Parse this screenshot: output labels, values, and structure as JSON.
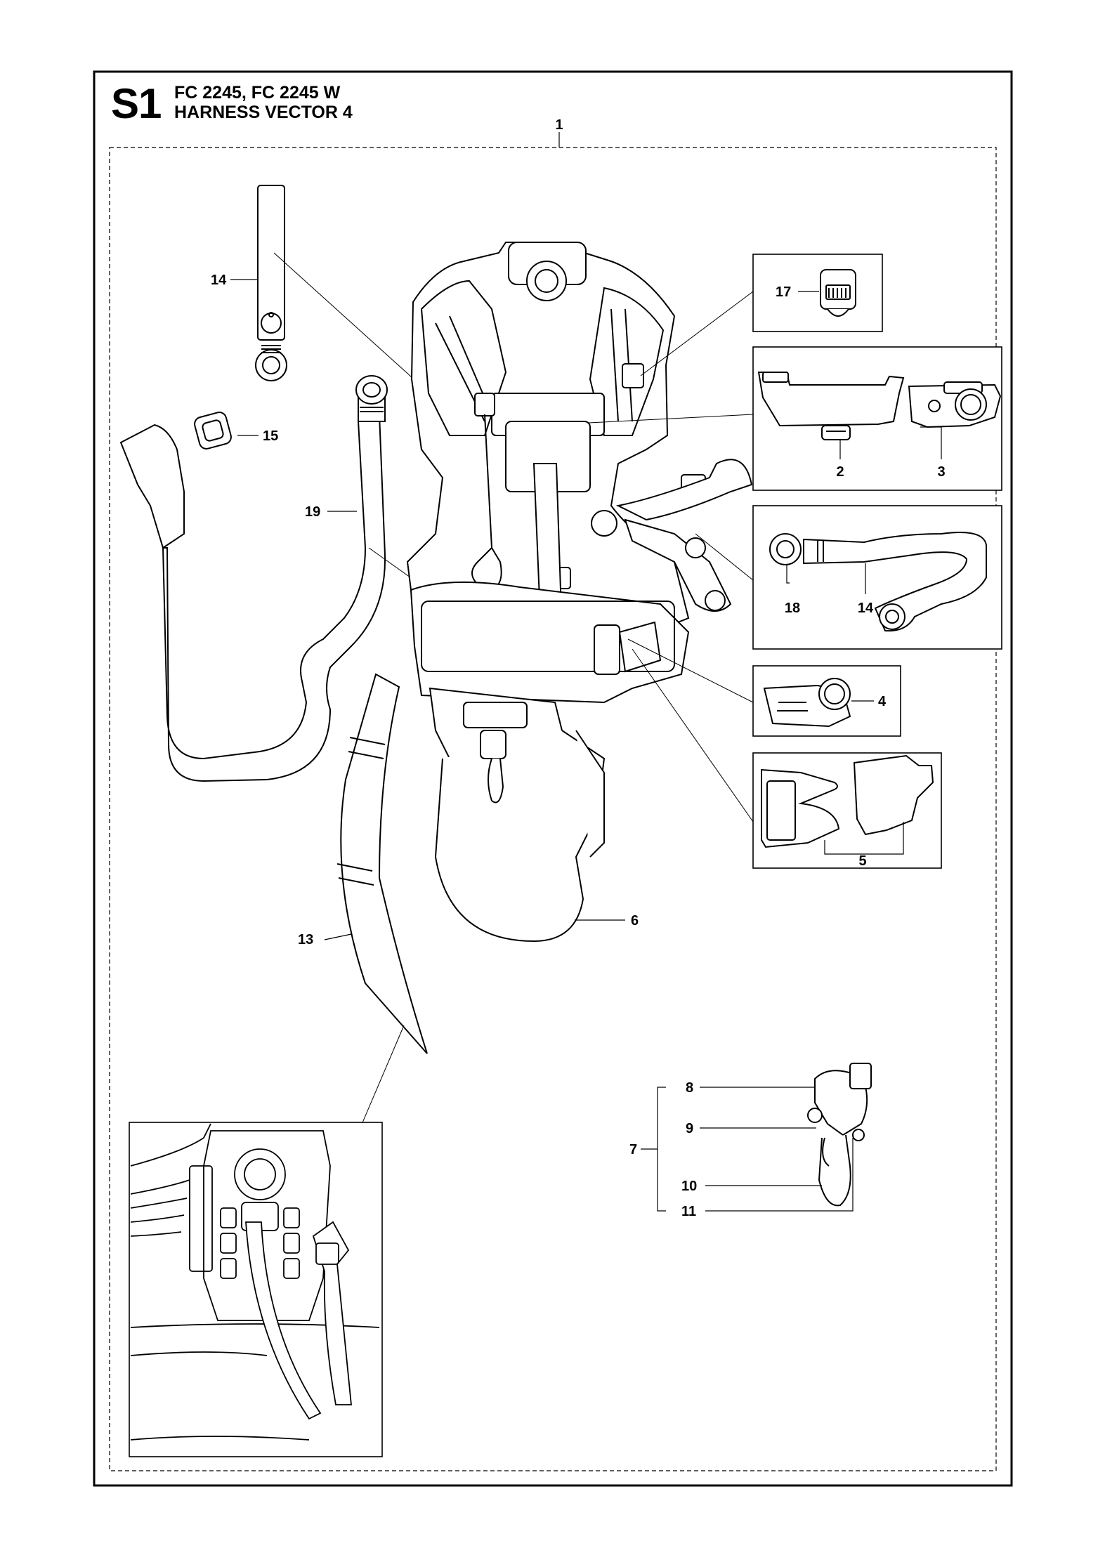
{
  "header": {
    "section_code": "S1",
    "models": "FC 2245, FC 2245 W",
    "title": "HARNESS VECTOR 4"
  },
  "callouts": {
    "c1": "1",
    "c2": "2",
    "c3": "3",
    "c4": "4",
    "c5": "5",
    "c6": "6",
    "c7": "7",
    "c8": "8",
    "c9": "9",
    "c10": "10",
    "c11": "11",
    "c13": "13",
    "c14_left": "14",
    "c14_right": "14",
    "c15": "15",
    "c17": "17",
    "c18": "18",
    "c19": "19"
  },
  "colors": {
    "line": "#000000",
    "background": "#ffffff"
  }
}
